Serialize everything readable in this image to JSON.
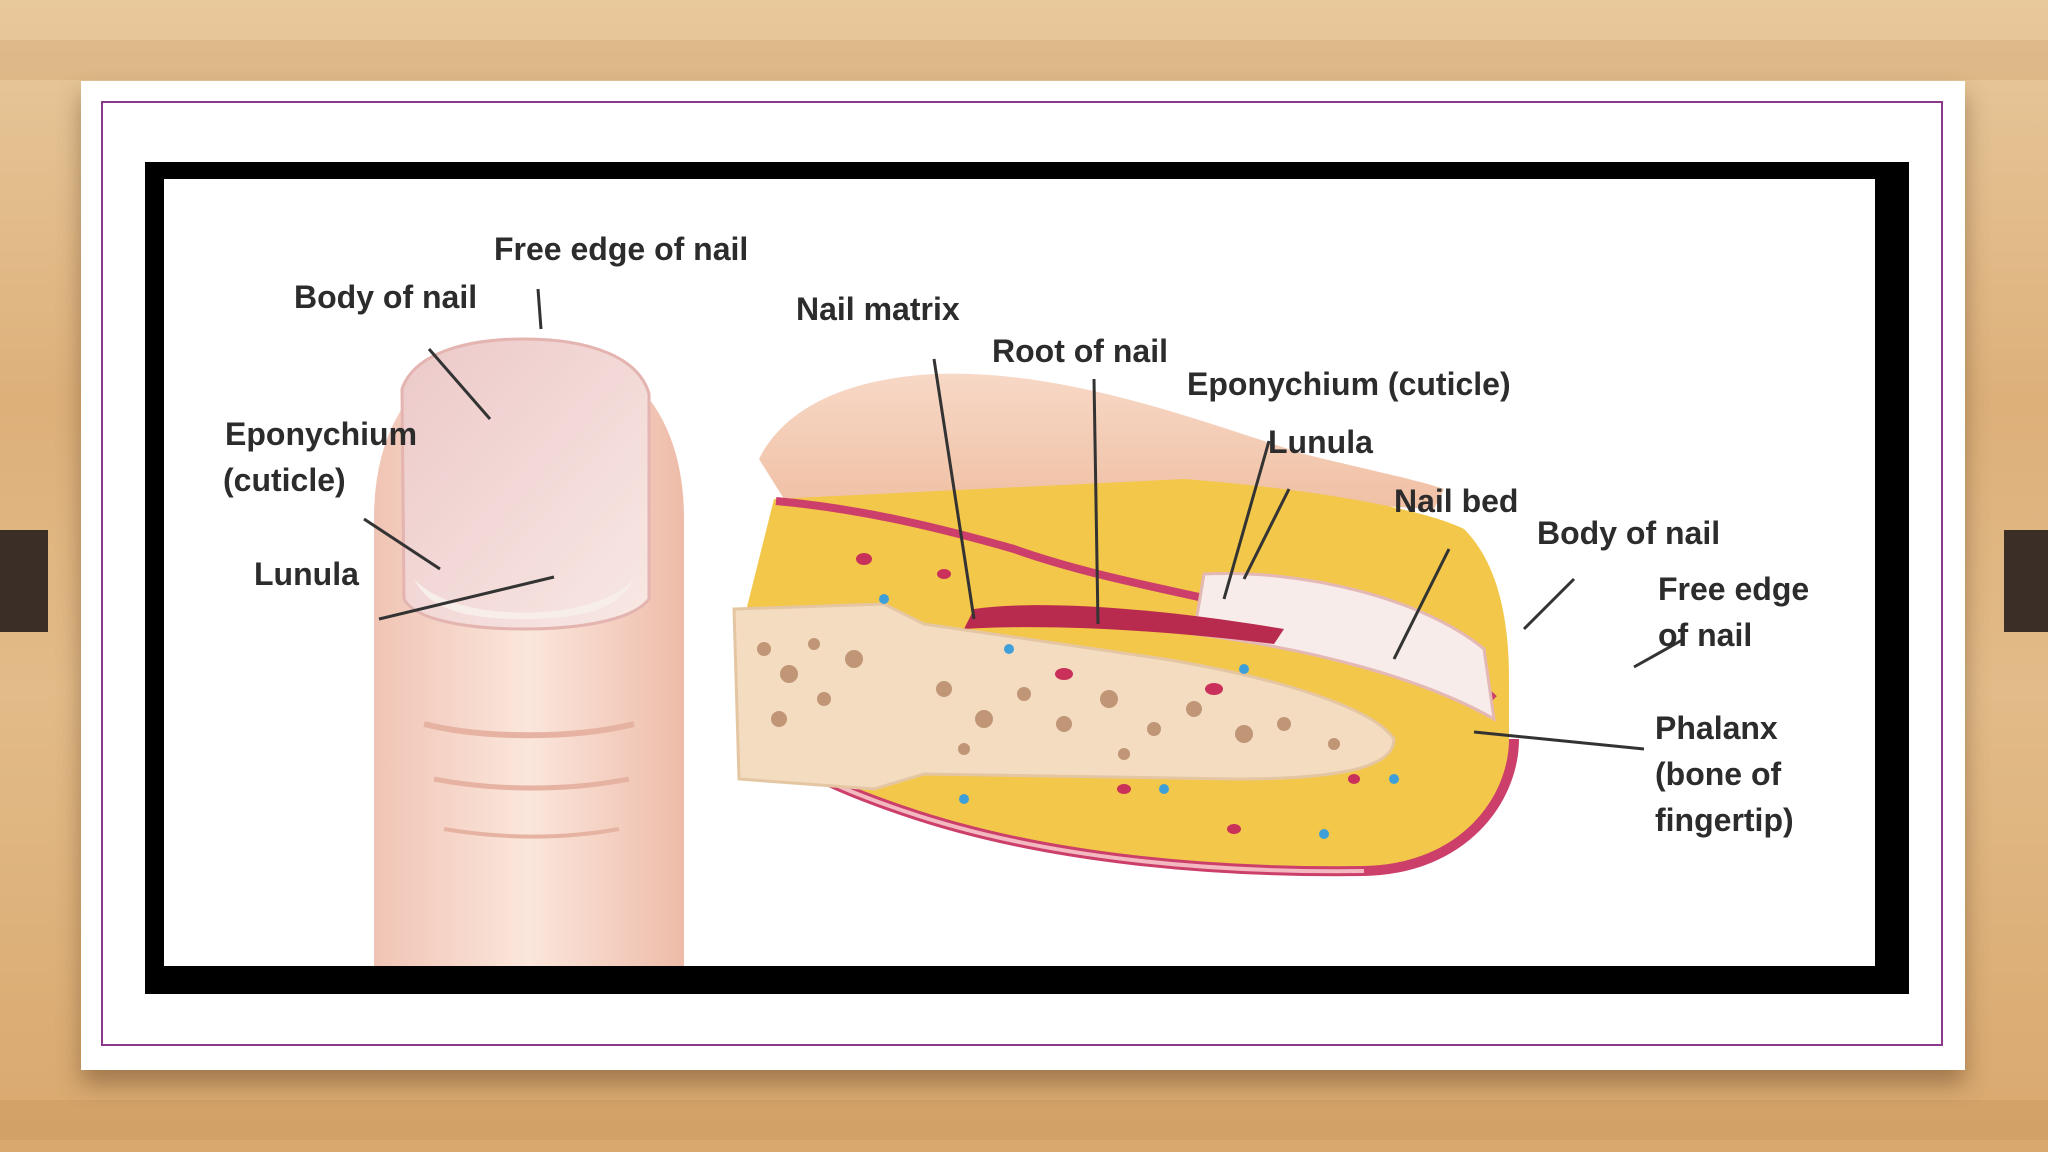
{
  "diagram": {
    "left_view": {
      "free_edge": "Free edge of nail",
      "body": "Body of nail",
      "eponychium_line1": "Eponychium",
      "eponychium_line2": "(cuticle)",
      "lunula": "Lunula"
    },
    "section_view": {
      "nail_matrix": "Nail matrix",
      "root": "Root of nail",
      "eponychium": "Eponychium (cuticle)",
      "lunula": "Lunula",
      "nail_bed": "Nail bed",
      "body": "Body of nail",
      "free_edge_line1": "Free edge",
      "free_edge_line2": "of nail",
      "phalanx_line1": "Phalanx",
      "phalanx_line2": "(bone of",
      "phalanx_line3": "fingertip)"
    }
  },
  "colors": {
    "frame_purple": "#8a3a88",
    "skin": "#f3cfc2",
    "fat_yellow": "#f2c74a",
    "bone": "#f4dcc0",
    "vessel_red": "#c9305a"
  }
}
